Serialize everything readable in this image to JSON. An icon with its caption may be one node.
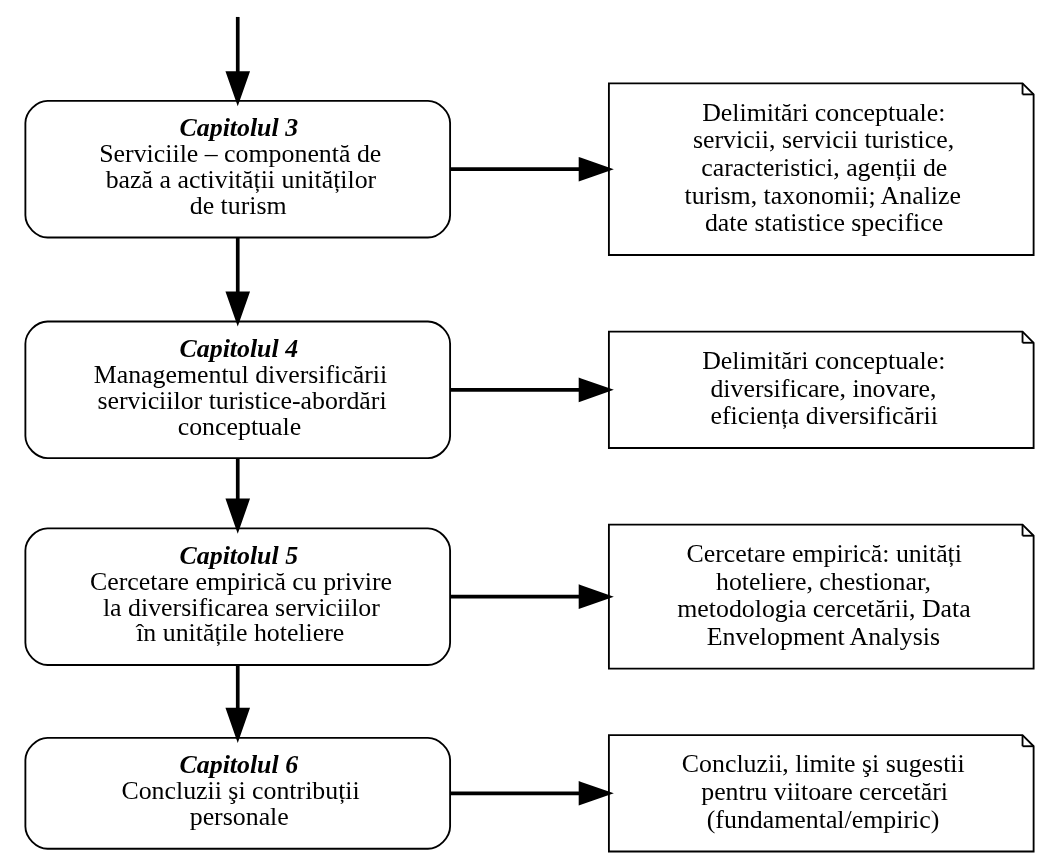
{
  "diagram": {
    "nodes": [
      {
        "text": [
          "Capitolul 3",
          "Serviciile – componentă de bază a activității unităților de turism"
        ]
      },
      {
        "text": [
          "Capitolul 4",
          "Managementul diversificării serviciilor turistice-abordări conceptuale"
        ]
      },
      {
        "text": [
          "Capitolul 5",
          "Cercetare empirică cu privire la diversificarea serviciilor în unitățile hoteliere"
        ]
      },
      {
        "text": [
          "Capitolul 6",
          "Concluzii şi contribuții personale"
        ]
      },
      {
        "text": [
          "Delimitări conceptuale: servicii, servicii turistice, caracteristici, agenții de turism, taxonomii; Analize date statistice specifice"
        ]
      },
      {
        "text": [
          "Delimitări conceptuale: diversificare, inovare, eficiența diversificării"
        ]
      },
      {
        "text": [
          "Cercetare empirică: unități hoteliere, chestionar, metodologia cercetării, Data Envelopment Analysis"
        ]
      },
      {
        "text": [
          "Concluzii, limite şi sugestii pentru viitoare cercetări (fundamental/empiric)"
        ]
      }
    ],
    "edges": [
      {
        "from": null,
        "to": 0,
        "arrow": "to"
      },
      {
        "from": 0,
        "to": 1,
        "arrow": "to"
      },
      {
        "from": 1,
        "to": 2,
        "arrow": "to"
      },
      {
        "from": 2,
        "to": 3,
        "arrow": "to"
      },
      {
        "from": 0,
        "to": 4,
        "arrow": "to"
      },
      {
        "from": 1,
        "to": 5,
        "arrow": "to"
      },
      {
        "from": 2,
        "to": 6,
        "arrow": "to"
      },
      {
        "from": 3,
        "to": 7,
        "arrow": "to"
      }
    ]
  }
}
